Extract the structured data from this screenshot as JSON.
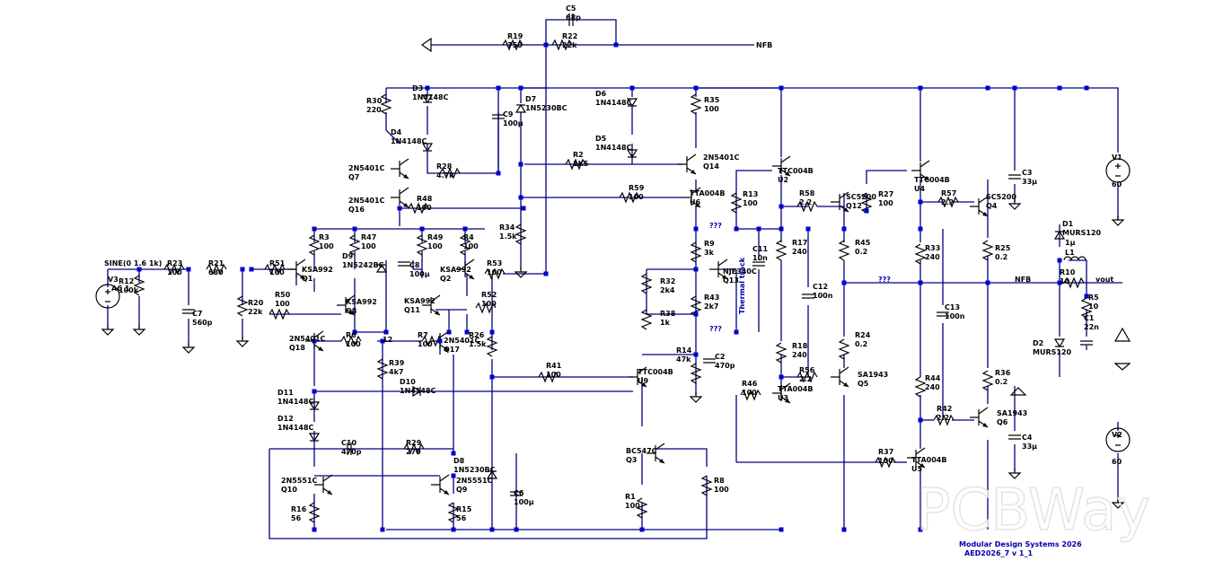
{
  "source": {
    "name": "V3",
    "label": "SINE(0 1.6 1k)",
    "ac": "AC 1"
  },
  "supplies": [
    {
      "name": "V1",
      "value": "60"
    },
    {
      "name": "V2",
      "value": "60"
    }
  ],
  "resistors": [
    {
      "name": "R1",
      "value": "100"
    },
    {
      "name": "R3",
      "value": "100"
    },
    {
      "name": "R4",
      "value": "100"
    },
    {
      "name": "R5",
      "value": "10"
    },
    {
      "name": "R6",
      "value": "100"
    },
    {
      "name": "R7",
      "value": "100"
    },
    {
      "name": "R8",
      "value": "100"
    },
    {
      "name": "R9",
      "value": "3k"
    },
    {
      "name": "R10",
      "value": "10"
    },
    {
      "name": "R12",
      "value": "100k"
    },
    {
      "name": "R13",
      "value": "100"
    },
    {
      "name": "R14",
      "value": "47k"
    },
    {
      "name": "R15",
      "value": "56"
    },
    {
      "name": "R16",
      "value": "56"
    },
    {
      "name": "R17",
      "value": "240"
    },
    {
      "name": "R18",
      "value": "240"
    },
    {
      "name": "R19",
      "value": "750"
    },
    {
      "name": "R20",
      "value": "22k"
    },
    {
      "name": "R21",
      "value": "680"
    },
    {
      "name": "R22",
      "value": "22k"
    },
    {
      "name": "R23",
      "value": "100"
    },
    {
      "name": "R24",
      "value": "0.2"
    },
    {
      "name": "R25",
      "value": "0.2"
    },
    {
      "name": "R26",
      "value": "1.5k"
    },
    {
      "name": "R27",
      "value": "100"
    },
    {
      "name": "R28",
      "value": "4.7k"
    },
    {
      "name": "R29",
      "value": "270"
    },
    {
      "name": "R30",
      "value": "220"
    },
    {
      "name": "R32",
      "value": "2k4"
    },
    {
      "name": "R33",
      "value": "240"
    },
    {
      "name": "R34",
      "value": "1.5k"
    },
    {
      "name": "R35",
      "value": "100"
    },
    {
      "name": "R36",
      "value": "0.2"
    },
    {
      "name": "R37",
      "value": "100"
    },
    {
      "name": "R38",
      "value": "1k"
    },
    {
      "name": "R39",
      "value": "4k7"
    },
    {
      "name": "R41",
      "value": "100"
    },
    {
      "name": "R42",
      "value": "2.2"
    },
    {
      "name": "R43",
      "value": "2k7"
    },
    {
      "name": "R44",
      "value": "240"
    },
    {
      "name": "R45",
      "value": "0.2"
    },
    {
      "name": "R46",
      "value": "100"
    },
    {
      "name": "R47",
      "value": "100"
    },
    {
      "name": "R48",
      "value": "100"
    },
    {
      "name": "R49",
      "value": "100"
    },
    {
      "name": "R50",
      "value": "100"
    },
    {
      "name": "R51",
      "value": "100"
    },
    {
      "name": "R52",
      "value": "100"
    },
    {
      "name": "R53",
      "value": "100"
    },
    {
      "name": "R56",
      "value": "2.2"
    },
    {
      "name": "R57",
      "value": "2.2"
    },
    {
      "name": "R58",
      "value": "2.2"
    },
    {
      "name": "R59",
      "value": "100"
    },
    {
      "name": "R2",
      "value": "1K5"
    }
  ],
  "capacitors": [
    {
      "name": "C1",
      "value": "22n"
    },
    {
      "name": "C2",
      "value": "470p"
    },
    {
      "name": "C3",
      "value": "33µ"
    },
    {
      "name": "C4",
      "value": "33µ"
    },
    {
      "name": "C5",
      "value": "68p"
    },
    {
      "name": "C6",
      "value": "100µ"
    },
    {
      "name": "C7",
      "value": "560p"
    },
    {
      "name": "C8",
      "value": "100µ"
    },
    {
      "name": "C9",
      "value": "100µ"
    },
    {
      "name": "C10",
      "value": "470p"
    },
    {
      "name": "C11",
      "value": "10n"
    },
    {
      "name": "C12",
      "value": "100n"
    },
    {
      "name": "C13",
      "value": "100n"
    }
  ],
  "inductors": [
    {
      "name": "L1",
      "value": "1µ"
    }
  ],
  "diodes": [
    {
      "name": "D1",
      "part": "MURS120"
    },
    {
      "name": "D2",
      "part": "MURS120"
    },
    {
      "name": "D3",
      "part": "1N4148C"
    },
    {
      "name": "D4",
      "part": "1N4148C"
    },
    {
      "name": "D5",
      "part": "1N4148C"
    },
    {
      "name": "D6",
      "part": "1N4148C"
    },
    {
      "name": "D7",
      "part": "1N5230BC"
    },
    {
      "name": "D8",
      "part": "1N5230BC"
    },
    {
      "name": "D9",
      "part": "1N5242BC"
    },
    {
      "name": "D10",
      "part": "1N4148C"
    },
    {
      "name": "D11",
      "part": "1N4148C"
    },
    {
      "name": "D12",
      "part": "1N4148C"
    }
  ],
  "transistors": [
    {
      "name": "Q1",
      "part": "KSA992"
    },
    {
      "name": "Q2",
      "part": "KSA992"
    },
    {
      "name": "Q3",
      "part": "BC547C"
    },
    {
      "name": "Q4",
      "part": "SC5200"
    },
    {
      "name": "Q5",
      "part": "SA1943"
    },
    {
      "name": "Q6",
      "part": "SA1943"
    },
    {
      "name": "Q7",
      "part": "2N5401C"
    },
    {
      "name": "Q8",
      "part": "KSA992"
    },
    {
      "name": "Q9",
      "part": "2N5551C"
    },
    {
      "name": "Q10",
      "part": "2N5551C"
    },
    {
      "name": "Q11",
      "part": "KSA992"
    },
    {
      "name": "Q12",
      "part": "SC5200"
    },
    {
      "name": "Q13",
      "part": "NJE340C"
    },
    {
      "name": "Q14",
      "part": "2N5401C"
    },
    {
      "name": "Q16",
      "part": "2N5401C"
    },
    {
      "name": "Q17",
      "part": "2N5401C"
    },
    {
      "name": "Q18",
      "part": "2N5401C"
    },
    {
      "name": "U2",
      "part": "TTC004B"
    },
    {
      "name": "U3",
      "part": "TTA004B"
    },
    {
      "name": "U4",
      "part": "TTC004B"
    },
    {
      "name": "U5",
      "part": "TTA004B"
    },
    {
      "name": "U6",
      "part": "TTA004B"
    },
    {
      "name": "U9",
      "part": "TTC004B"
    }
  ],
  "net_labels": {
    "nfb_top": "NFB",
    "nfb_mid": "NFB",
    "vout": "vout",
    "n12": "12",
    "unknown": "???"
  },
  "annotations": {
    "thermal": "Thermal track"
  },
  "footer": {
    "company": "Modular Design Systems 2026",
    "revision": "AED2026_7 v 1_1"
  },
  "watermark": "PCBWay"
}
